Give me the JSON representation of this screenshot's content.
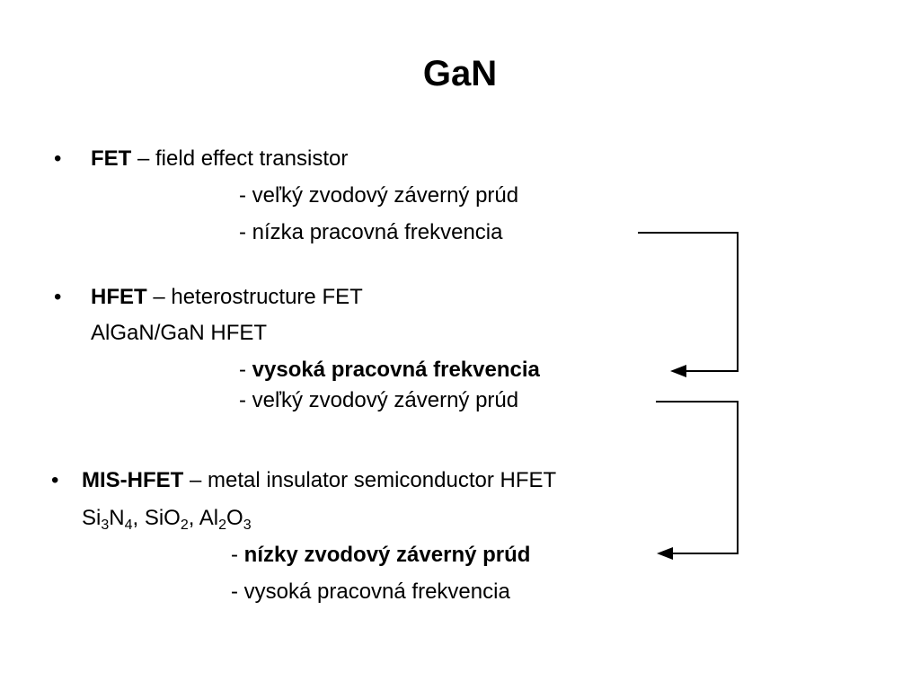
{
  "title": "GaN",
  "bullet_char": "•",
  "fet": {
    "term": "FET",
    "desc": " – field effect transistor",
    "sub1": "- veľký zvodový záverný prúd",
    "sub2": "- nízka pracovná frekvencia"
  },
  "hfet": {
    "term": "HFET",
    "desc": " – heterostructure FET",
    "material": "AlGaN/GaN HFET",
    "sub1_dash": "- ",
    "sub1_bold": "vysoká pracovná frekvencia",
    "sub2": "- veľký zvodový záverný prúd"
  },
  "mis_hfet": {
    "term": "MIS-HFET",
    "desc": " – metal insulator semiconductor HFET",
    "materials": {
      "si": "Si",
      "si_sub": "3",
      "n": "N",
      "n_sub": "4",
      "sep1": ", SiO",
      "o_sub": "2",
      "sep2": ", Al",
      "al_sub": "2",
      "o2": "O",
      "o2_sub": "3"
    },
    "sub1_dash": "- ",
    "sub1_bold": "nízky zvodový záverný prúd",
    "sub2": "- vysoká pracovná frekvencia"
  }
}
